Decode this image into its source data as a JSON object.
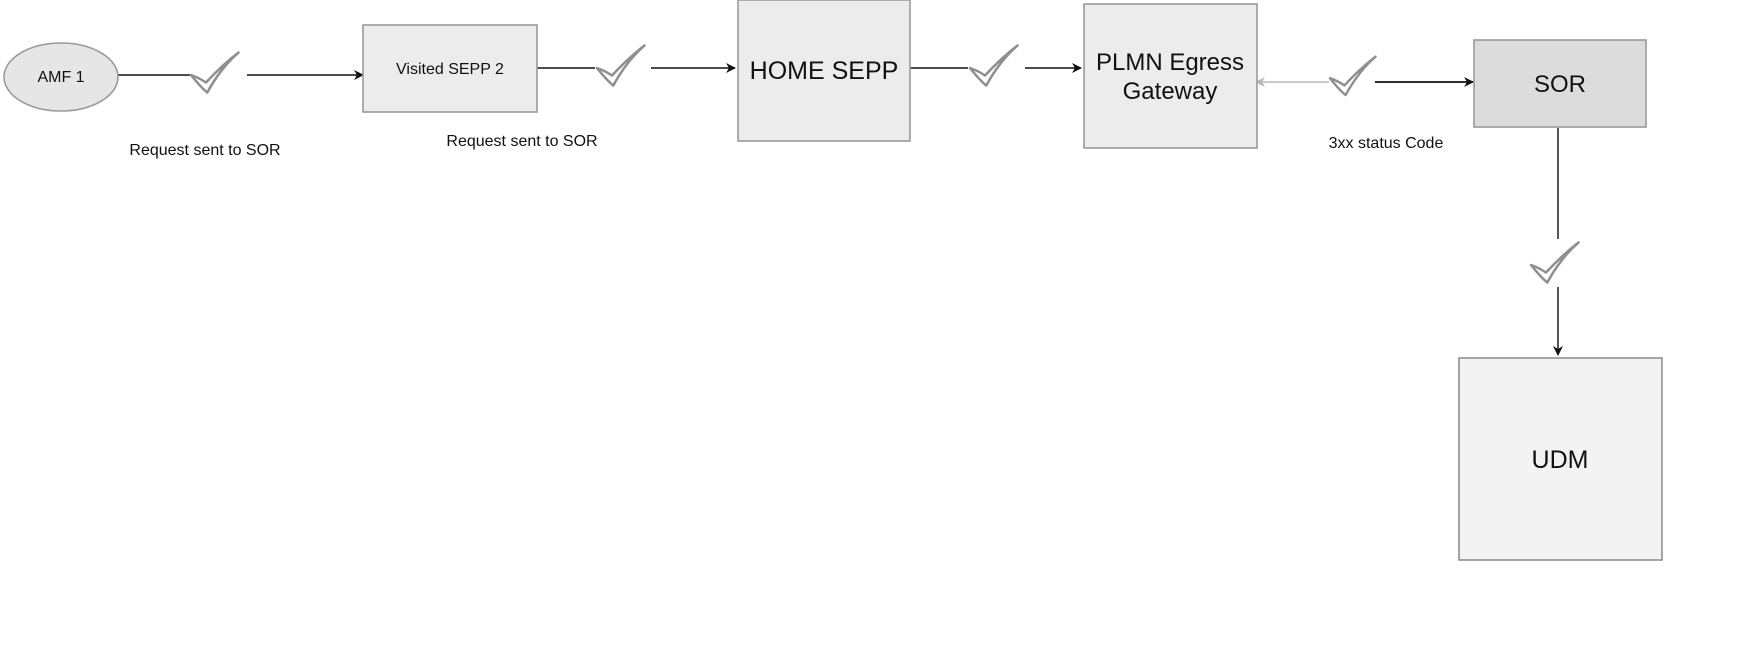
{
  "diagram": {
    "nodes": {
      "amf1": {
        "label": "AMF 1"
      },
      "visited_sepp2": {
        "label": "Visited SEPP 2"
      },
      "home_sepp": {
        "label": "HOME SEPP"
      },
      "plmn_egress": {
        "label_line1": "PLMN Egress",
        "label_line2": "Gateway"
      },
      "sor": {
        "label": "SOR"
      },
      "udm": {
        "label": "UDM"
      }
    },
    "captions": {
      "amf_to_visited": "Request sent to SOR",
      "visited_to_home": "Request sent to SOR",
      "egress_sor": "3xx status Code"
    }
  }
}
